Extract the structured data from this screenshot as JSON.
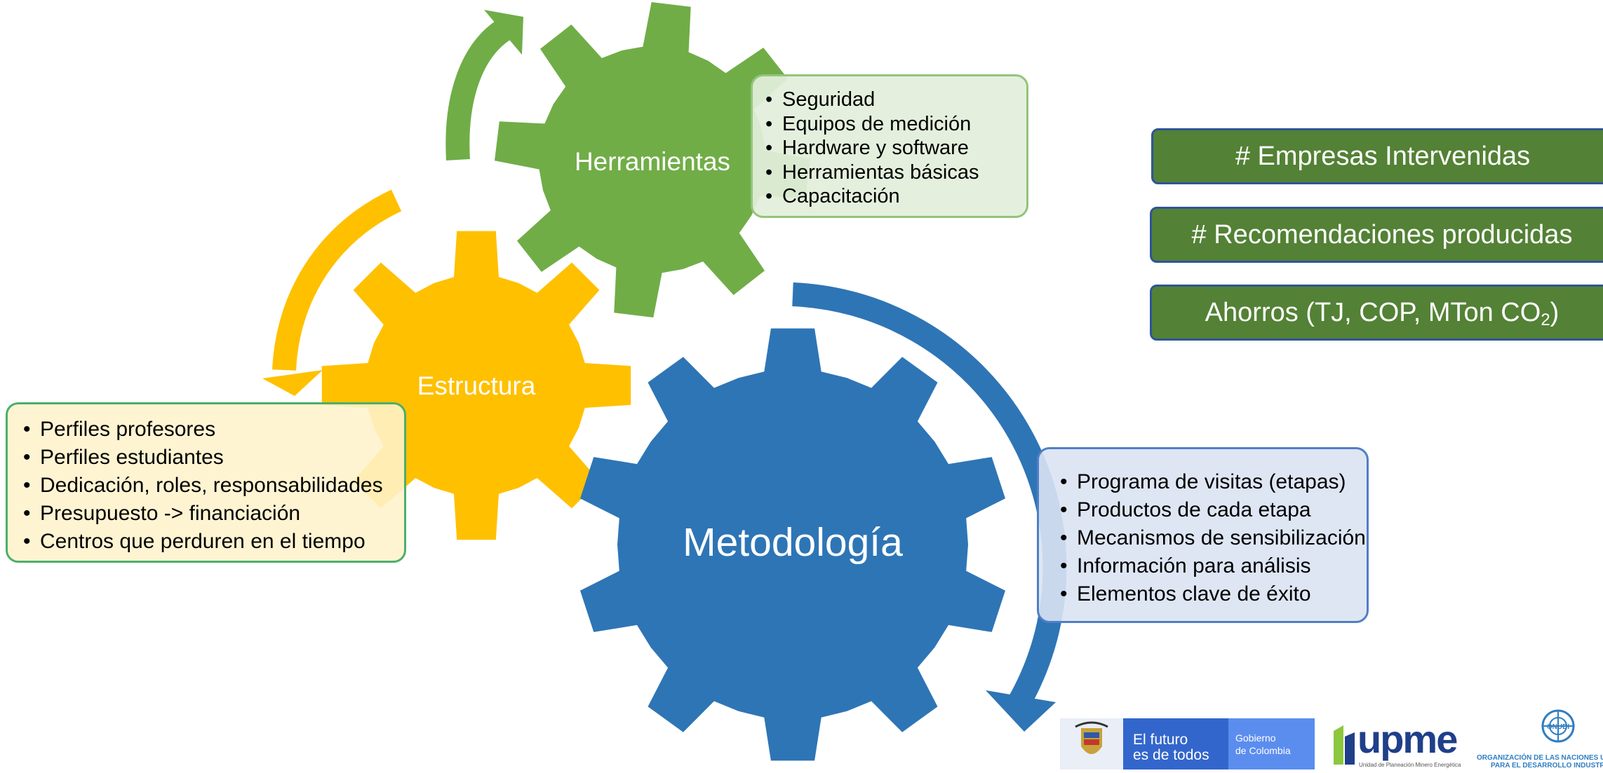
{
  "gears": {
    "herramientas": {
      "label": "Herramientas",
      "color": "#70ad47"
    },
    "estructura": {
      "label": "Estructura",
      "color": "#ffc000"
    },
    "metodologia": {
      "label": "Metodología",
      "color": "#2e75b6"
    }
  },
  "boxes": {
    "herramientas": {
      "items": [
        "Seguridad",
        "Equipos de medición",
        "Hardware y software",
        "Herramientas básicas",
        "Capacitación"
      ]
    },
    "estructura": {
      "items": [
        "Perfiles profesores",
        "Perfiles estudiantes",
        "Dedicación, roles, responsabilidades",
        "Presupuesto -> financiación",
        "Centros que perduren en el tiempo"
      ]
    },
    "metodologia": {
      "items": [
        "Programa de visitas (etapas)",
        "Productos de cada etapa",
        "Mecanismos de sensibilización",
        "Información para análisis",
        "Elementos clave de éxito"
      ]
    },
    "bullet": "•"
  },
  "kpis": {
    "empresas": "# Empresas Intervenidas",
    "recomendaciones": "# Recomendaciones producidas",
    "ahorros_prefix": "Ahorros (TJ, COP, MTon CO",
    "ahorros_sub": "2",
    "ahorros_suffix": ")"
  },
  "logos": {
    "gobierno_line1": "El futuro",
    "gobierno_line2": "es de todos",
    "gobierno_right1": "Gobierno",
    "gobierno_right2": "de Colombia",
    "upme": "upme",
    "upme_tagline": "Unidad de Planeación Minero Energética",
    "onudi": "ONUDI",
    "onudi_line1": "ORGANIZACIÓN DE LAS NACIONES UNIDAS",
    "onudi_line2": "PARA EL DESARROLLO INDUSTRIAL"
  },
  "colors": {
    "green_arrow": "#70ad47",
    "yellow_arrow": "#ffc000",
    "blue_arrow": "#2e75b6",
    "kpi_fill": "#538135"
  }
}
